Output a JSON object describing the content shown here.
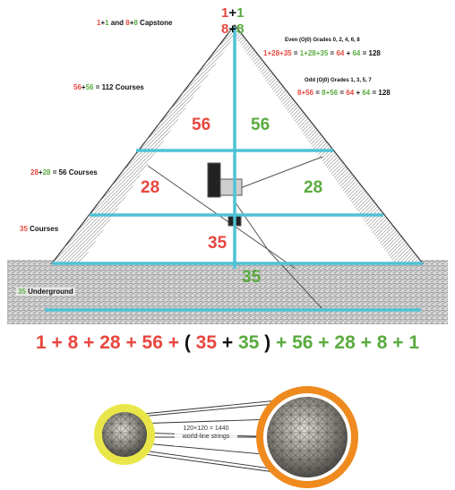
{
  "colors": {
    "red": "#e8473f",
    "green": "#5aab3f",
    "cyan": "#4fc2d6",
    "orange": "#ee8a1e",
    "yellow": "#e9e64a"
  },
  "capstone": {
    "top_a": "1",
    "top_plus": "+",
    "top_b": "1",
    "mid_a": "8",
    "mid_plus": "+",
    "mid_b": "8",
    "label_a": "1",
    "label_plus1": "+",
    "label_b": "1",
    "label_and": " and ",
    "label_c": "8",
    "label_plus2": "+",
    "label_d": "8",
    "label_rest": " Capstone"
  },
  "left_labels": {
    "c112": {
      "a": "56",
      "plus": "+",
      "b": "56",
      "rest": " = 112 Courses"
    },
    "c56": {
      "a": "28",
      "plus": "+",
      "b": "28",
      "rest": " = 56 Courses"
    },
    "c35": {
      "a": "35",
      "rest": " Courses"
    },
    "underground": {
      "a": "35",
      "rest": " Underground"
    }
  },
  "grades": {
    "even_title": "Even (Oj0) Grades 0, 2, 4, 6, 8",
    "even_eq": [
      "1+28+35",
      " = ",
      "1+28+35",
      " = ",
      "64",
      " + ",
      "64",
      " = 128"
    ],
    "odd_title": "Odd (Oj0) Grades 1, 3, 5, 7",
    "odd_eq": [
      "8+56",
      " = ",
      "8+56",
      " = ",
      "64",
      " + ",
      "64",
      " = 128"
    ]
  },
  "pyramid_numbers": {
    "top_left": "56",
    "top_right": "56",
    "mid_left": "28",
    "mid_right": "28",
    "low": "35",
    "under": "35"
  },
  "equation": [
    {
      "t": "1",
      "c": "red"
    },
    {
      "t": " + ",
      "c": "red"
    },
    {
      "t": "8",
      "c": "red"
    },
    {
      "t": " + ",
      "c": "red"
    },
    {
      "t": "28",
      "c": "red"
    },
    {
      "t": " + ",
      "c": "red"
    },
    {
      "t": "56",
      "c": "red"
    },
    {
      "t": " + ",
      "c": "red"
    },
    {
      "t": "( ",
      "c": "blk"
    },
    {
      "t": "35",
      "c": "red"
    },
    {
      "t": " + ",
      "c": "blk"
    },
    {
      "t": "35",
      "c": "green"
    },
    {
      "t": " )",
      "c": "blk"
    },
    {
      "t": " + ",
      "c": "green"
    },
    {
      "t": "56",
      "c": "green"
    },
    {
      "t": " + ",
      "c": "green"
    },
    {
      "t": "28",
      "c": "green"
    },
    {
      "t": " + ",
      "c": "green"
    },
    {
      "t": "8",
      "c": "green"
    },
    {
      "t": " + ",
      "c": "green"
    },
    {
      "t": "1",
      "c": "green"
    }
  ],
  "spheres": {
    "center_line1": "120×120 = 1440",
    "center_line2": "world-line strings"
  }
}
